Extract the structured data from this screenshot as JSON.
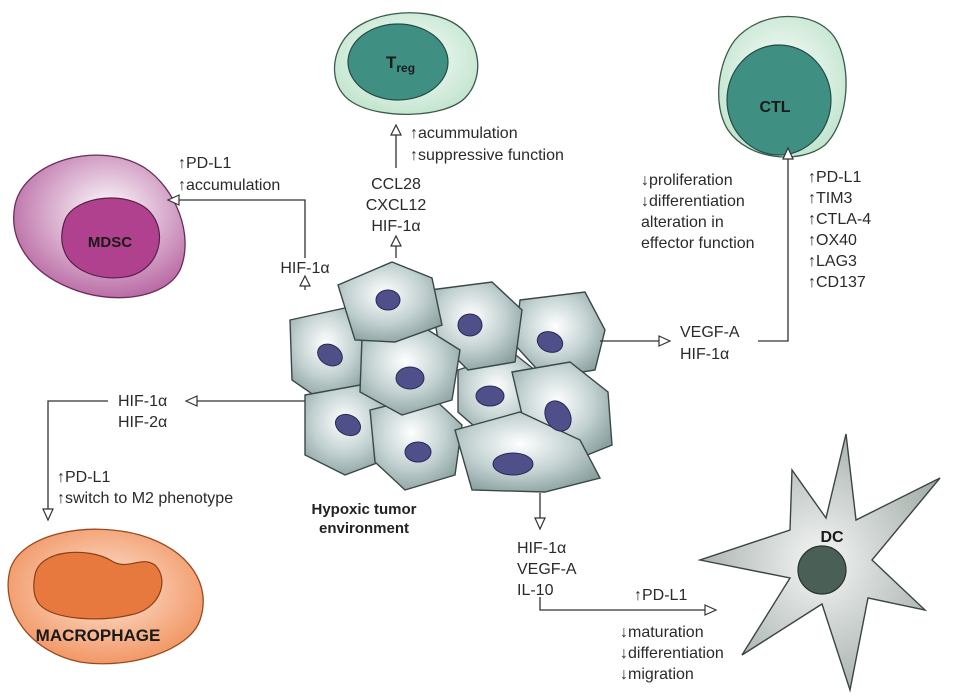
{
  "center": {
    "title_line1": "Hypoxic tumor",
    "title_line2": "environment"
  },
  "cells": {
    "treg": {
      "name": "T",
      "sub": "reg"
    },
    "ctl": {
      "name": "CTL"
    },
    "mdsc": {
      "name": "MDSC"
    },
    "macrophage": {
      "name": "MACROPHAGE"
    },
    "dc": {
      "name": "DC"
    }
  },
  "labels": {
    "treg_effects": [
      "↑acummulation",
      "↑suppressive function"
    ],
    "treg_factors": [
      "CCL28",
      "CXCL12",
      "HIF-1α"
    ],
    "mdsc_effects": [
      "↑PD-L1",
      "↑accumulation"
    ],
    "mdsc_factor": "HIF-1α",
    "ctl_left": [
      "↓proliferation",
      "↓differentiation",
      "alteration in",
      "effector function"
    ],
    "ctl_right": [
      "↑PD-L1",
      "↑TIM3",
      "↑CTLA-4",
      "↑OX40",
      "↑LAG3",
      "↑CD137"
    ],
    "ctl_factors": [
      "VEGF-A",
      "HIF-1α"
    ],
    "mac_factors": [
      "HIF-1α",
      "HIF-2α"
    ],
    "mac_effects": [
      "↑PD-L1",
      "↑switch to M2 phenotype"
    ],
    "dc_factors": [
      "HIF-1α",
      "VEGF-A",
      "IL-10"
    ],
    "dc_up": "↑PD-L1",
    "dc_effects": [
      "↓maturation",
      "↓differentiation",
      "↓migration"
    ]
  },
  "colors": {
    "tumor_cell": "#a9bcbc",
    "tumor_nucleus": "#4f4f8a",
    "treg_outer": "#cfe9d8",
    "treg_inner": "#3f8f83",
    "mdsc_outer": "#c98aba",
    "mdsc_inner": "#b0418f",
    "macrophage_outer": "#f4b08a",
    "macrophage_inner": "#e8793e",
    "dc_body": "#aeb7b2",
    "dc_nucleus": "#4a5f56"
  }
}
